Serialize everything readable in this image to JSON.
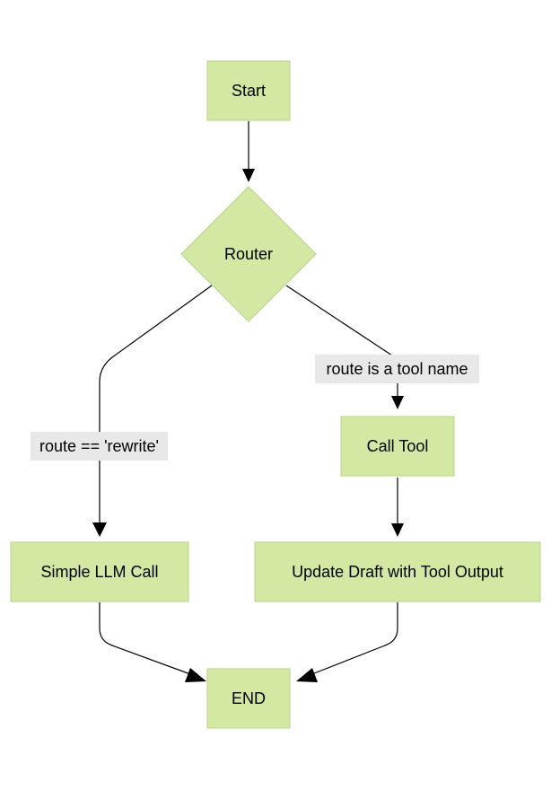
{
  "nodes": {
    "start": "Start",
    "router": "Router",
    "call_tool": "Call Tool",
    "simple_llm_call": "Simple LLM Call",
    "update_draft": "Update Draft with Tool Output",
    "end": "END"
  },
  "edge_labels": {
    "rewrite": "route == 'rewrite'",
    "tool_name": "route is a tool name"
  },
  "colors": {
    "node_fill": "#d3e8a3",
    "node_border": "#b6d387",
    "edge": "#000000",
    "edge_label_background": "#e8e8e8"
  }
}
